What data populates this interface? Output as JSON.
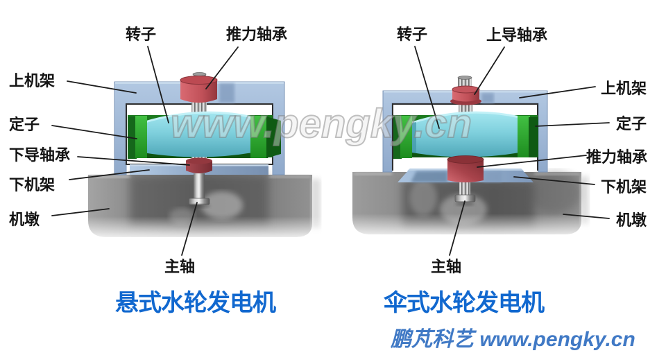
{
  "watermark": "www.pengky.cn",
  "footer": "鹏芃科艺 www.pengky.cn",
  "left_machine": {
    "caption": "悬式水轮发电机",
    "labels": {
      "rotor": "转子",
      "thrust_bearing": "推力轴承",
      "upper_bracket": "上机架",
      "stator": "定子",
      "lower_guide_bearing": "下导轴承",
      "lower_bracket": "下机架",
      "pier": "机墩",
      "main_shaft": "主轴"
    }
  },
  "right_machine": {
    "caption": "伞式水轮发电机",
    "labels": {
      "rotor": "转子",
      "upper_guide_bearing": "上导轴承",
      "upper_bracket": "上机架",
      "stator": "定子",
      "thrust_bearing": "推力轴承",
      "lower_bracket": "下机架",
      "pier": "机墩",
      "main_shaft": "主轴"
    }
  },
  "colors": {
    "label_text": "#141414",
    "caption_blue": "#1168cf",
    "footer_blue": "#4079c5",
    "bracket_blue": "#9db7d7",
    "rotor_cyan": "#6fc9d8",
    "stator_green": "#2aa32c",
    "bearing_red": "#c05058",
    "dark_bearing_red": "#8e3339",
    "pier_gray": "#7d7d7d"
  }
}
